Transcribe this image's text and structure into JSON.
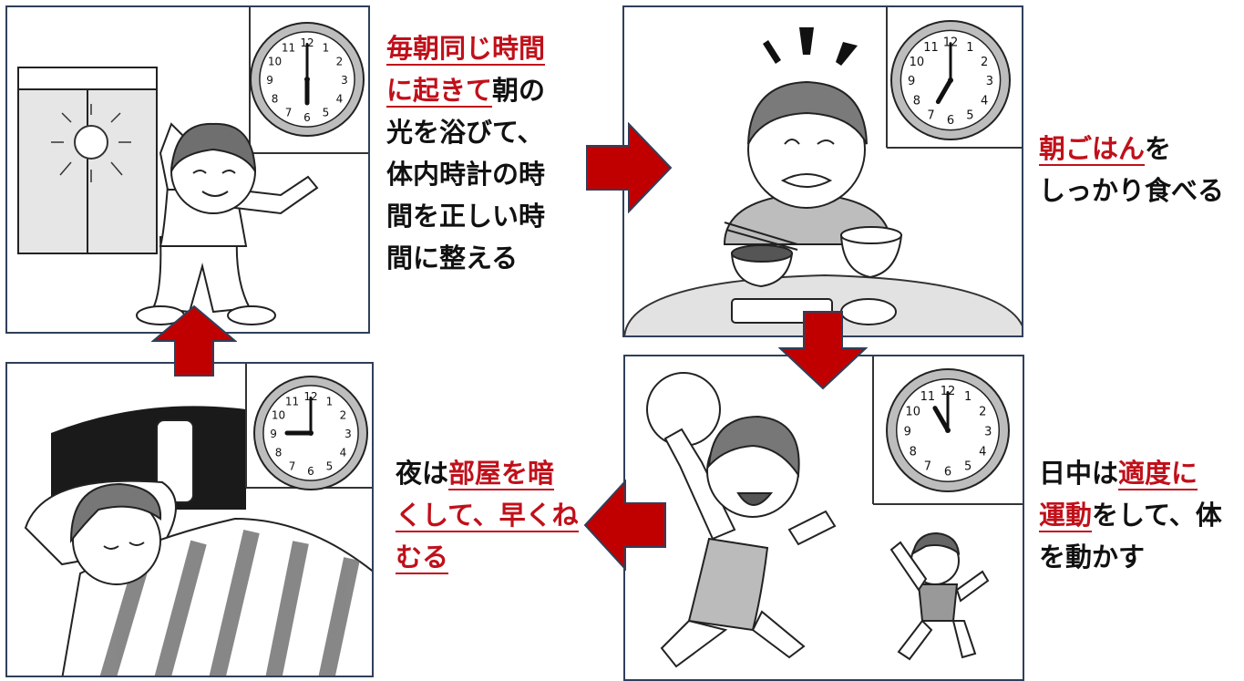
{
  "colors": {
    "highlight": "#c0101a",
    "arrow": "#c00000",
    "panel_border": "#2f3f5a",
    "text": "#111111"
  },
  "captions": {
    "wake": {
      "l1": "毎朝同じ時間",
      "l2a": "に起きて",
      "l2b": "朝の",
      "l3": "光を浴びて、",
      "l4": "体内時計の時",
      "l5": "間を正しい時",
      "l6": "間に整える"
    },
    "breakfast": {
      "l1a": "朝ごはん",
      "l1b": "を",
      "l2": "しっかり食べる"
    },
    "exercise": {
      "l1a": "日中は",
      "l1b": "適度に",
      "l2a": "運動",
      "l2b": "をして、体",
      "l3": "を動かす"
    },
    "sleep": {
      "l1a": "夜は",
      "l1b": "部屋を暗",
      "l2": "くして、早くね",
      "l3": "むる"
    }
  },
  "clock_numbers": [
    "12",
    "1",
    "2",
    "3",
    "4",
    "5",
    "6",
    "7",
    "8",
    "9",
    "10",
    "11"
  ],
  "clocks": {
    "wake": 6,
    "breakfast": 7,
    "exercise": 11,
    "sleep": 9
  },
  "icons": [
    "sun-icon",
    "girl-icon",
    "clock-icon",
    "arrow-icon",
    "bed-icon",
    "ball-icon",
    "boy-icon",
    "rice-bowl-icon"
  ]
}
